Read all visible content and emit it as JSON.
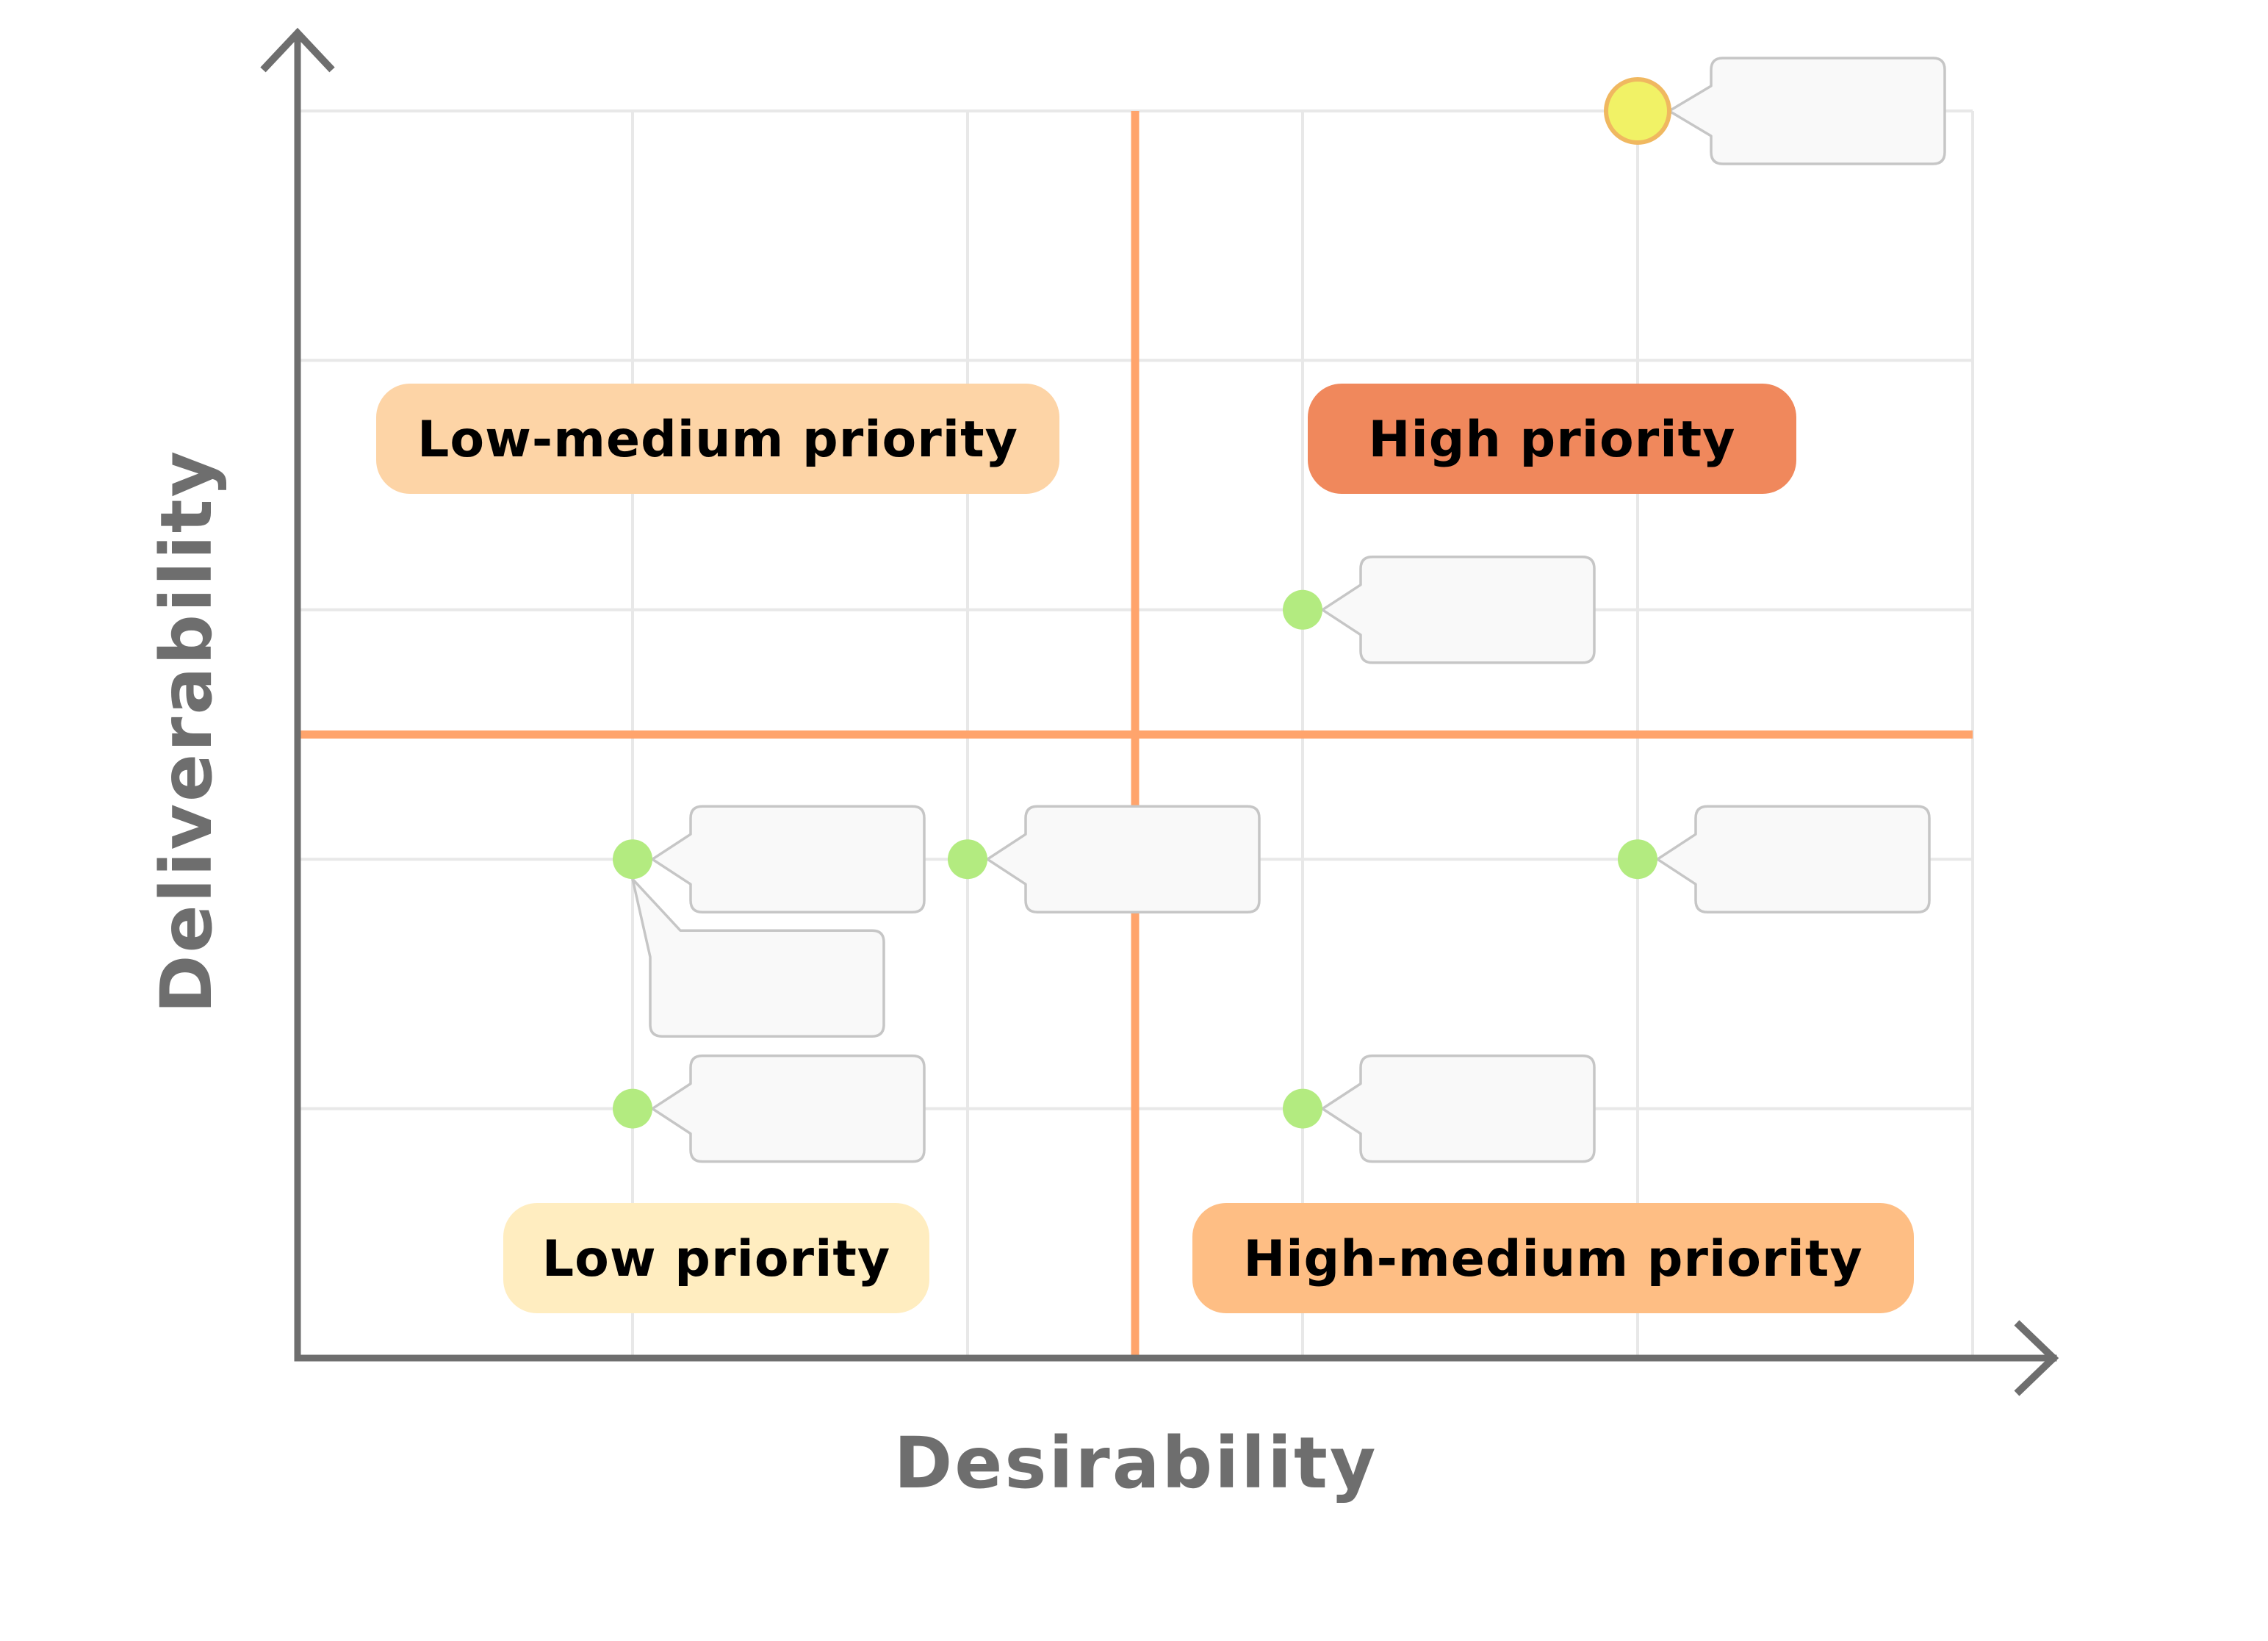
{
  "chart_data": {
    "type": "scatter",
    "title": "",
    "xlabel": "Desirability",
    "ylabel": "Deliverability",
    "xlim": [
      0,
      5
    ],
    "ylim": [
      0,
      5
    ],
    "grid": true,
    "x_ticks": [
      0,
      1,
      2,
      3,
      4,
      5
    ],
    "y_ticks": [
      0,
      1,
      2,
      3,
      4,
      5
    ],
    "tick_labels_visible": false,
    "dividers": {
      "x": 2.5,
      "y": 2.5,
      "color": "#FFA46C"
    },
    "quadrants": [
      {
        "name": "low-medium",
        "label": "Low-medium priority",
        "position": "top-left",
        "color": "#FDD4A6"
      },
      {
        "name": "high",
        "label": "High priority",
        "position": "top-right",
        "color": "#F0885C"
      },
      {
        "name": "low",
        "label": "Low priority",
        "position": "bottom-left",
        "color": "#FFEDC0"
      },
      {
        "name": "high-medium",
        "label": "High-medium priority",
        "position": "bottom-right",
        "color": "#FEBE84"
      }
    ],
    "points": [
      {
        "x": 4,
        "y": 5,
        "highlight": true,
        "color": "#F1F266",
        "callouts": [
          {
            "direction": "right",
            "text": ""
          }
        ]
      },
      {
        "x": 3,
        "y": 3,
        "highlight": false,
        "color": "#B3EB80",
        "callouts": [
          {
            "direction": "right",
            "text": ""
          }
        ]
      },
      {
        "x": 1,
        "y": 2,
        "highlight": false,
        "color": "#B3EB80",
        "callouts": [
          {
            "direction": "right",
            "text": ""
          },
          {
            "direction": "below",
            "text": ""
          }
        ]
      },
      {
        "x": 2,
        "y": 2,
        "highlight": false,
        "color": "#B3EB80",
        "callouts": [
          {
            "direction": "right",
            "text": ""
          }
        ]
      },
      {
        "x": 4,
        "y": 2,
        "highlight": false,
        "color": "#B3EB80",
        "callouts": [
          {
            "direction": "right",
            "text": ""
          }
        ]
      },
      {
        "x": 1,
        "y": 1,
        "highlight": false,
        "color": "#B3EB80",
        "callouts": [
          {
            "direction": "right",
            "text": ""
          }
        ]
      },
      {
        "x": 3,
        "y": 1,
        "highlight": false,
        "color": "#B3EB80",
        "callouts": [
          {
            "direction": "right",
            "text": ""
          }
        ]
      }
    ]
  }
}
